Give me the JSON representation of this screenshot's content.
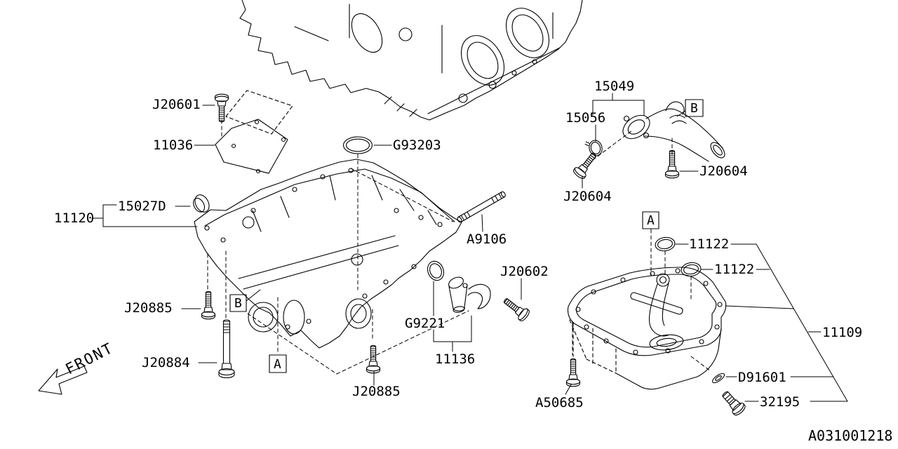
{
  "diagram": {
    "code": "A031001218",
    "front_label": "FRONT",
    "box_letters": {
      "a": "A",
      "b": "B"
    },
    "labels": [
      {
        "id": "j20601",
        "text": "J20601"
      },
      {
        "id": "11036",
        "text": "11036"
      },
      {
        "id": "g93203",
        "text": "G93203"
      },
      {
        "id": "15027d",
        "text": "15027D"
      },
      {
        "id": "11120",
        "text": "11120"
      },
      {
        "id": "j20885-left",
        "text": "J20885"
      },
      {
        "id": "j20884",
        "text": "J20884"
      },
      {
        "id": "j20885-bottom",
        "text": "J20885"
      },
      {
        "id": "g9221",
        "text": "G9221"
      },
      {
        "id": "11136",
        "text": "11136"
      },
      {
        "id": "j20602",
        "text": "J20602"
      },
      {
        "id": "a9106",
        "text": "A9106"
      },
      {
        "id": "15049",
        "text": "15049"
      },
      {
        "id": "15056",
        "text": "15056"
      },
      {
        "id": "j20604-left",
        "text": "J20604"
      },
      {
        "id": "j20604-right",
        "text": "J20604"
      },
      {
        "id": "11122-upper",
        "text": "11122"
      },
      {
        "id": "11122-lower",
        "text": "11122"
      },
      {
        "id": "11109",
        "text": "11109"
      },
      {
        "id": "d91601",
        "text": "D91601"
      },
      {
        "id": "32195",
        "text": "32195"
      },
      {
        "id": "a50685",
        "text": "A50685"
      }
    ]
  },
  "colors": {
    "line": "#000000",
    "background": "#ffffff"
  }
}
